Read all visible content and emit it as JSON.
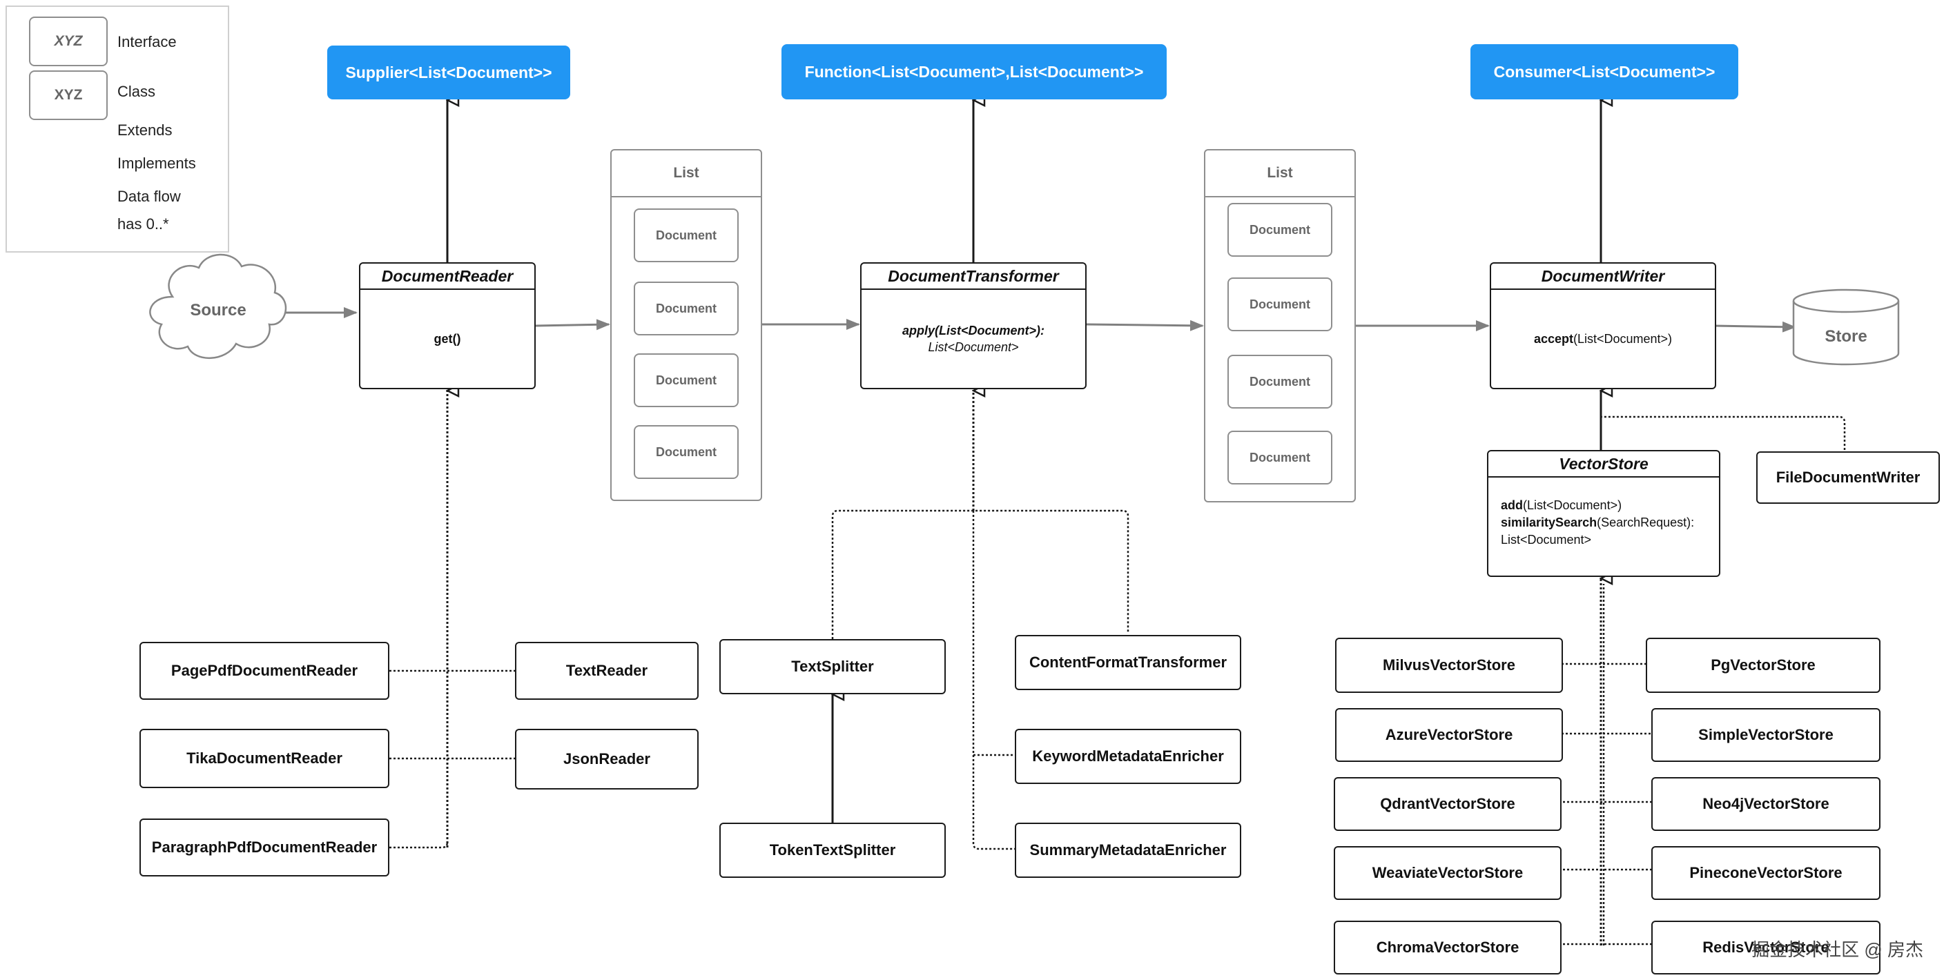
{
  "legend": {
    "interface_key": "XYZ",
    "interface_label": "Interface",
    "class_key": "XYZ",
    "class_label": "Class",
    "extends_label": "Extends",
    "implements_label": "Implements",
    "dataflow_label": "Data flow",
    "has_label": "has 0..*"
  },
  "interfaces": {
    "supplier": "Supplier<List<Document>>",
    "function": "Function<List<Document>,List<Document>>",
    "consumer": "Consumer<List<Document>>"
  },
  "source": "Source",
  "store": "Store",
  "reader": {
    "name": "DocumentReader",
    "method": "get()"
  },
  "transformer": {
    "name": "DocumentTransformer",
    "method1": "apply(List<Document>):",
    "method2": "List<Document>"
  },
  "writer": {
    "name": "DocumentWriter",
    "method_name": "accept",
    "method_args": "(List<Document>)"
  },
  "vectorstore": {
    "name": "VectorStore",
    "add_name": "add",
    "add_args": "(List<Document>)",
    "sim_name": "similaritySearch",
    "sim_args": "(SearchRequest):",
    "sim_ret": "List<Document>"
  },
  "list_left": {
    "title": "List",
    "docs": [
      "Document",
      "Document",
      "Document",
      "Document"
    ]
  },
  "list_right": {
    "title": "List",
    "docs": [
      "Document",
      "Document",
      "Document",
      "Document"
    ]
  },
  "readers": {
    "pagepdf": "PagePdfDocumentReader",
    "tika": "TikaDocumentReader",
    "parapdf": "ParagraphPdfDocumentReader",
    "text": "TextReader",
    "json": "JsonReader"
  },
  "transformers": {
    "splitter": "TextSplitter",
    "token": "TokenTextSplitter",
    "content": "ContentFormatTransformer",
    "keyword": "KeywordMetadataEnricher",
    "summary": "SummaryMetadataEnricher"
  },
  "writers": {
    "file": "FileDocumentWriter"
  },
  "stores": {
    "milvus": "MilvusVectorStore",
    "azure": "AzureVectorStore",
    "qdrant": "QdrantVectorStore",
    "weaviate": "WeaviateVectorStore",
    "chroma": "ChromaVectorStore",
    "pg": "PgVectorStore",
    "simple": "SimpleVectorStore",
    "neo4j": "Neo4jVectorStore",
    "pinecone": "PineconeVectorStore",
    "redis": "RedisVectorStore"
  },
  "watermark": "掘金技术社区 @ 房杰",
  "colors": {
    "interface": "#2196f3",
    "border": "#1a1a1a",
    "list_border": "#8e8e8e",
    "flow": "#808080"
  }
}
